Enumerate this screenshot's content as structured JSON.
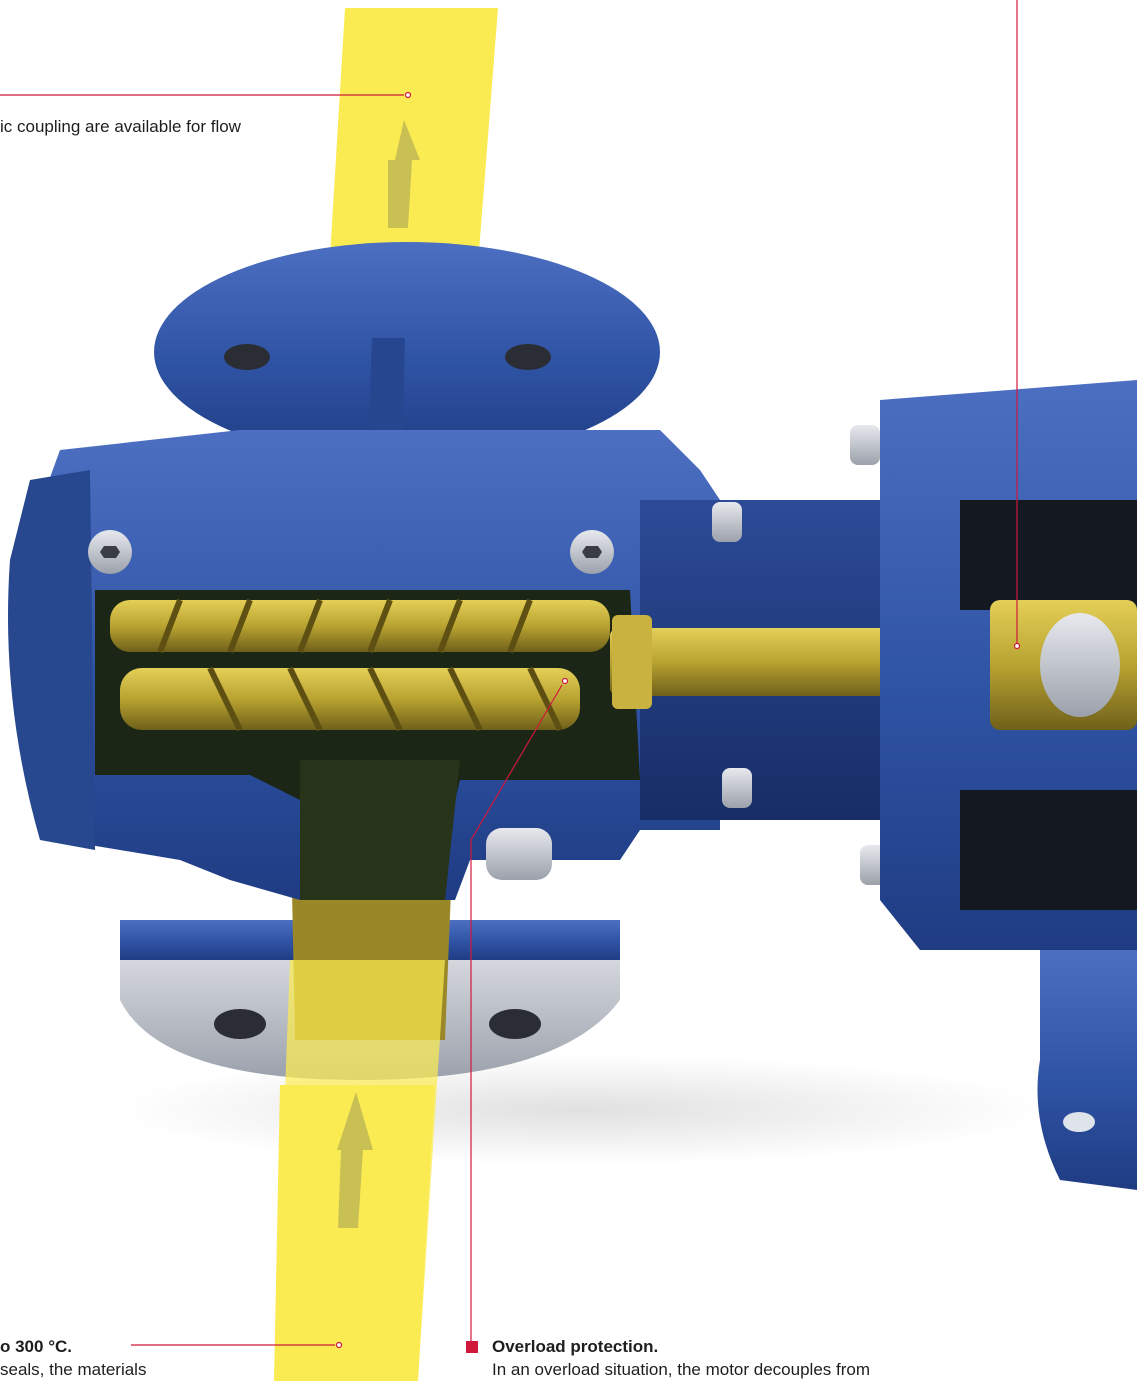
{
  "colors": {
    "accent_red": "#d0183c",
    "flow_yellow": "#fbeb52",
    "pump_blue": "#2f53a4",
    "rotor_brass": "#b9a331"
  },
  "callouts": {
    "top": {
      "text": "ic coupling are available for flow"
    },
    "bottom_left": {
      "heading": "o 300 °C.",
      "text": "seals, the materials"
    },
    "bottom_right": {
      "heading": "Overload protection.",
      "text": "In an overload situation, the motor decouples from"
    }
  }
}
